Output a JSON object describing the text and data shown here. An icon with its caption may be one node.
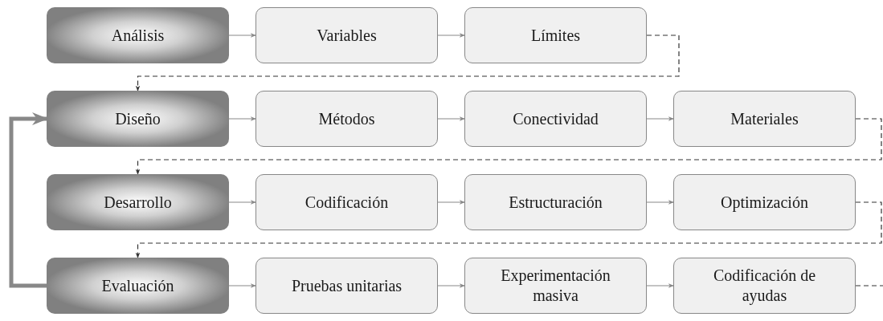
{
  "diagram": {
    "nodes": [
      {
        "text": [
          "Análisis"
        ]
      },
      {
        "text": [
          "Variables"
        ]
      },
      {
        "text": [
          "Límites"
        ]
      },
      {
        "text": [
          "Diseño"
        ]
      },
      {
        "text": [
          "Métodos"
        ]
      },
      {
        "text": [
          "Conectividad"
        ]
      },
      {
        "text": [
          "Materiales"
        ]
      },
      {
        "text": [
          "Desarrollo"
        ]
      },
      {
        "text": [
          "Codificación"
        ]
      },
      {
        "text": [
          "Estructuración"
        ]
      },
      {
        "text": [
          "Optimización"
        ]
      },
      {
        "text": [
          "Evaluación"
        ]
      },
      {
        "text": [
          "Pruebas unitarias"
        ]
      },
      {
        "text": [
          "Experimentación masiva"
        ]
      },
      {
        "text": [
          "Codificación de ayudas"
        ]
      }
    ],
    "edges": [
      {
        "from": 0,
        "to": 1,
        "arrow": "to"
      },
      {
        "from": 1,
        "to": 2,
        "arrow": "to"
      },
      {
        "from": 2,
        "to": 3,
        "arrow": "to",
        "style": "dashed",
        "color": "#333333"
      },
      {
        "from": 3,
        "to": 4,
        "arrow": "to"
      },
      {
        "from": 4,
        "to": 5,
        "arrow": "to"
      },
      {
        "from": 5,
        "to": 6,
        "arrow": "to"
      },
      {
        "from": 6,
        "to": 7,
        "arrow": "to",
        "style": "dashed",
        "color": "#333333"
      },
      {
        "from": 7,
        "to": 8,
        "arrow": "to"
      },
      {
        "from": 8,
        "to": 9,
        "arrow": "to"
      },
      {
        "from": 9,
        "to": 10,
        "arrow": "to"
      },
      {
        "from": 10,
        "to": 11,
        "arrow": "to",
        "style": "dashed",
        "color": "#333333"
      },
      {
        "from": 11,
        "to": 12,
        "arrow": "to"
      },
      {
        "from": 12,
        "to": 13,
        "arrow": "to"
      },
      {
        "from": 13,
        "to": 14,
        "arrow": "to"
      },
      {
        "from": 14,
        "to": null,
        "arrow": "none",
        "style": "dashed",
        "color": "#333333"
      },
      {
        "from": 11,
        "to": 3,
        "arrow": "to",
        "style": "thick"
      }
    ]
  }
}
